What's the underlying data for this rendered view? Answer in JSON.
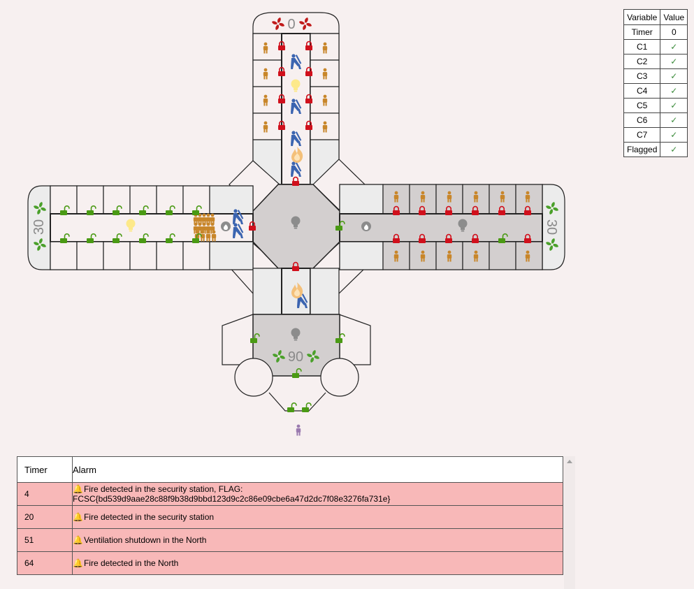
{
  "counters": {
    "north": "0",
    "west": "30",
    "east": "30",
    "south": "90"
  },
  "variables": {
    "header": {
      "variable": "Variable",
      "value": "Value"
    },
    "rows": [
      {
        "name": "Timer",
        "value": "0"
      },
      {
        "name": "C1",
        "value": "✓"
      },
      {
        "name": "C2",
        "value": "✓"
      },
      {
        "name": "C3",
        "value": "✓"
      },
      {
        "name": "C4",
        "value": "✓"
      },
      {
        "name": "C5",
        "value": "✓"
      },
      {
        "name": "C6",
        "value": "✓"
      },
      {
        "name": "C7",
        "value": "✓"
      },
      {
        "name": "Flagged",
        "value": "✓"
      }
    ]
  },
  "alarms": {
    "header": {
      "timer": "Timer",
      "alarm": "Alarm"
    },
    "rows": [
      {
        "timer": "4",
        "text": "Fire detected in the security station, FLAG: FCSC{bd539d9aae28c88f9b38d9bbd123d9c2c86e09cbe6a47d2dc7f08e3276fa731e}"
      },
      {
        "timer": "20",
        "text": "Fire detected in the security station"
      },
      {
        "timer": "51",
        "text": "Ventilation shutdown in the North"
      },
      {
        "timer": "64",
        "text": "Fire detected in the North"
      }
    ]
  },
  "colors": {
    "lock_red": "#d0101c",
    "lock_green": "#4a9a14",
    "prisoner": "#c8862a",
    "guard": "#3b64b0",
    "fan_green": "#4aa02a",
    "fan_red": "#c01a1a",
    "bulb_on": "#fde98a",
    "fire": "#f4c07a",
    "grey_room": "#d3cfcf",
    "light_room": "#ececec"
  }
}
